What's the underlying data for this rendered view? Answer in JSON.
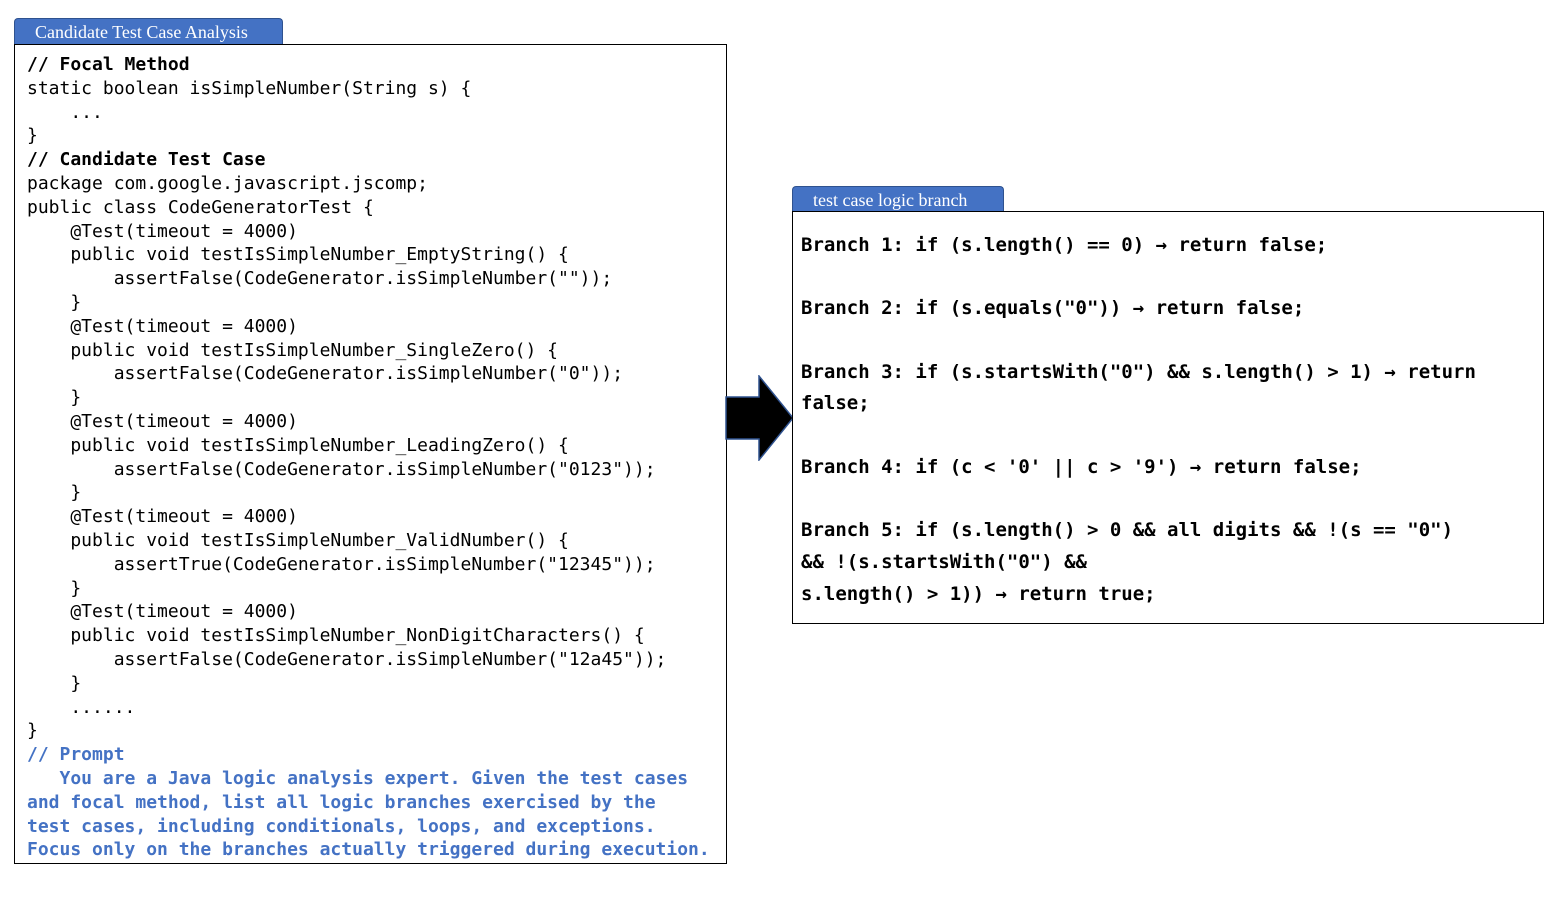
{
  "left_panel": {
    "title": "Candidate Test Case Analysis",
    "lines": [
      {
        "text": "// Focal Method",
        "style": "bold"
      },
      {
        "text": "static boolean isSimpleNumber(String s) {",
        "style": "normal"
      },
      {
        "text": "    ...",
        "style": "normal"
      },
      {
        "text": "}",
        "style": "normal"
      },
      {
        "text": "// Candidate Test Case",
        "style": "bold"
      },
      {
        "text": "package com.google.javascript.jscomp;",
        "style": "normal"
      },
      {
        "text": "public class CodeGeneratorTest {",
        "style": "normal"
      },
      {
        "text": "    @Test(timeout = 4000)",
        "style": "normal"
      },
      {
        "text": "    public void testIsSimpleNumber_EmptyString() {",
        "style": "normal"
      },
      {
        "text": "        assertFalse(CodeGenerator.isSimpleNumber(\"\"));",
        "style": "normal"
      },
      {
        "text": "    }",
        "style": "normal"
      },
      {
        "text": "    @Test(timeout = 4000)",
        "style": "normal"
      },
      {
        "text": "    public void testIsSimpleNumber_SingleZero() {",
        "style": "normal"
      },
      {
        "text": "        assertFalse(CodeGenerator.isSimpleNumber(\"0\"));",
        "style": "normal"
      },
      {
        "text": "    }",
        "style": "normal"
      },
      {
        "text": "    @Test(timeout = 4000)",
        "style": "normal"
      },
      {
        "text": "    public void testIsSimpleNumber_LeadingZero() {",
        "style": "normal"
      },
      {
        "text": "        assertFalse(CodeGenerator.isSimpleNumber(\"0123\"));",
        "style": "normal"
      },
      {
        "text": "    }",
        "style": "normal"
      },
      {
        "text": "    @Test(timeout = 4000)",
        "style": "normal"
      },
      {
        "text": "    public void testIsSimpleNumber_ValidNumber() {",
        "style": "normal"
      },
      {
        "text": "        assertTrue(CodeGenerator.isSimpleNumber(\"12345\"));",
        "style": "normal"
      },
      {
        "text": "    }",
        "style": "normal"
      },
      {
        "text": "    @Test(timeout = 4000)",
        "style": "normal"
      },
      {
        "text": "    public void testIsSimpleNumber_NonDigitCharacters() {",
        "style": "normal"
      },
      {
        "text": "        assertFalse(CodeGenerator.isSimpleNumber(\"12a45\"));",
        "style": "normal"
      },
      {
        "text": "    }",
        "style": "normal"
      },
      {
        "text": "    ......",
        "style": "normal"
      },
      {
        "text": "}",
        "style": "normal"
      },
      {
        "text": "// Prompt",
        "style": "prompt"
      },
      {
        "text": "   You are a Java logic analysis expert. Given the test cases",
        "style": "prompt"
      },
      {
        "text": "and focal method, list all logic branches exercised by the",
        "style": "prompt"
      },
      {
        "text": "test cases, including conditionals, loops, and exceptions.",
        "style": "prompt"
      },
      {
        "text": "Focus only on the branches actually triggered during execution.",
        "style": "prompt"
      }
    ]
  },
  "right_panel": {
    "title": "test case logic branch",
    "lines": [
      "Branch 1: if (s.length() == 0) → return false;",
      "",
      "Branch 2: if (s.equals(\"0\")) → return false;",
      "",
      "Branch 3: if (s.startsWith(\"0\") && s.length() > 1) → return",
      "false;",
      "",
      "Branch 4: if (c < '0' || c > '9') → return false;",
      "",
      "Branch 5: if (s.length() > 0 && all digits && !(s == \"0\")",
      "&& !(s.startsWith(\"0\") &&",
      "s.length() > 1)) → return true;"
    ]
  },
  "colors": {
    "tab_fill": "#4472c4",
    "prompt_text": "#4472c4",
    "arrow_fill": "#000000",
    "arrow_outline": "#2f528f"
  }
}
